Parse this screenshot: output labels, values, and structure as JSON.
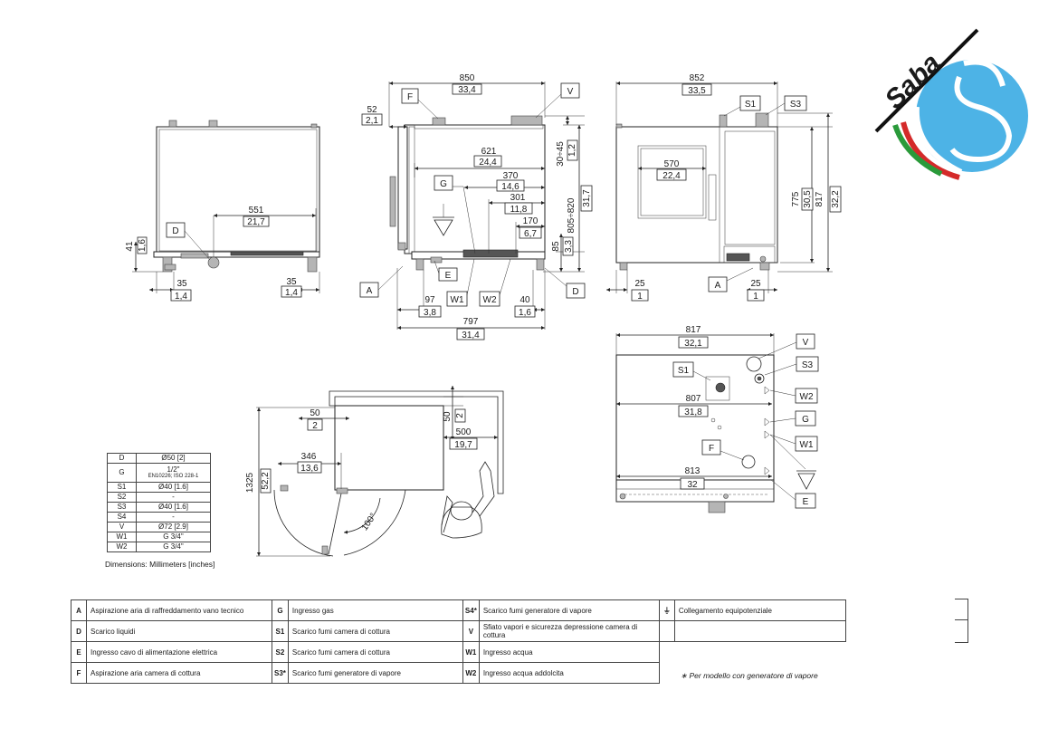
{
  "logo": {
    "text": "Saba",
    "colors": {
      "blue": "#4db3e6",
      "green": "#2a9a3a",
      "red": "#d42a2a",
      "black": "#111111"
    }
  },
  "front_view": {
    "dims": {
      "w551": "551",
      "w551_in": "21,7",
      "h41": "41",
      "h41_in": "1,6",
      "d35a": "35",
      "d35a_in": "1,4",
      "d35b": "35",
      "d35b_in": "1,4"
    },
    "callouts": {
      "D": "D"
    }
  },
  "side_view": {
    "dims": {
      "w850": "850",
      "w850_in": "33,4",
      "d52": "52",
      "d52_in": "2,1",
      "d621": "621",
      "d621_in": "24,4",
      "d370": "370",
      "d370_in": "14,6",
      "d301": "301",
      "d301_in": "11,8",
      "d170": "170",
      "d170_in": "6,7",
      "h30_45": "30÷45",
      "h30_45_in": "1,2",
      "h805_820": "805÷820",
      "h805_820_in": "31,7",
      "h85": "85",
      "h85_in": "3,3",
      "d97": "97",
      "d97_in": "3,8",
      "d40": "40",
      "d40_in": "1,6",
      "d797": "797",
      "d797_in": "31,4"
    },
    "callouts": {
      "F": "F",
      "V": "V",
      "G": "G",
      "A": "A",
      "E": "E",
      "W1": "W1",
      "W2": "W2",
      "D": "D"
    }
  },
  "rear_view": {
    "dims": {
      "w852": "852",
      "w852_in": "33,5",
      "w570": "570",
      "w570_in": "22,4",
      "h775": "775",
      "h775_in": "30,5",
      "h817": "817",
      "h817_in": "32,2",
      "d25a": "25",
      "d25a_in": "1",
      "d25b": "25",
      "d25b_in": "1"
    },
    "callouts": {
      "S1": "S1",
      "S3": "S3",
      "A": "A"
    }
  },
  "top_view": {
    "dims": {
      "w817": "817",
      "w817_in": "32,1",
      "w807": "807",
      "w807_in": "31,8",
      "w813": "813",
      "w813_in": "32"
    },
    "callouts": {
      "V": "V",
      "S3": "S3",
      "S1": "S1",
      "W2": "W2",
      "G": "G",
      "W1": "W1",
      "F": "F",
      "E": "E"
    }
  },
  "door_plan": {
    "dims": {
      "d50a": "50",
      "d50a_in": "2",
      "d50b": "50",
      "d50b_in": "2",
      "d500": "500",
      "d500_in": "19,7",
      "d346": "346",
      "d346_in": "13,6",
      "h1325": "1325",
      "h1325_in": "52,2",
      "angle": "100°"
    }
  },
  "specs": [
    {
      "code": "D",
      "value": "Ø50 [2]"
    },
    {
      "code": "G",
      "value": "1/2\"",
      "note": "EN10226; ISO 228-1"
    },
    {
      "code": "S1",
      "value": "Ø40 [1.6]"
    },
    {
      "code": "S2",
      "value": "-"
    },
    {
      "code": "S3",
      "value": "Ø40 [1.6]"
    },
    {
      "code": "S4",
      "value": "-"
    },
    {
      "code": "V",
      "value": "Ø72 [2.9]"
    },
    {
      "code": "W1",
      "value": "G 3/4\""
    },
    {
      "code": "W2",
      "value": "G 3/4\""
    }
  ],
  "dimensions_note": "Dimensions: Millimeters [inches]",
  "legend": [
    [
      {
        "code": "A",
        "text": "Aspirazione aria di raffreddamento vano tecnico"
      },
      {
        "code": "G",
        "text": "Ingresso gas"
      },
      {
        "code": "S4*",
        "text": "Scarico fumi generatore di vapore"
      },
      {
        "code": "⏚",
        "text": "Collegamento equipotenziale"
      }
    ],
    [
      {
        "code": "D",
        "text": "Scarico liquidi"
      },
      {
        "code": "S1",
        "text": "Scarico fumi camera di cottura"
      },
      {
        "code": "V",
        "text": "Sfiato vapori e sicurezza depressione camera di cottura"
      },
      {
        "code": "",
        "text": ""
      }
    ],
    [
      {
        "code": "E",
        "text": "Ingresso cavo di alimentazione elettrica"
      },
      {
        "code": "S2",
        "text": "Scarico fumi camera di cottura"
      },
      {
        "code": "W1",
        "text": "Ingresso acqua"
      }
    ],
    [
      {
        "code": "F",
        "text": "Aspirazione aria camera di cottura"
      },
      {
        "code": "S3*",
        "text": "Scarico fumi generatore di vapore"
      },
      {
        "code": "W2",
        "text": "Ingresso acqua addolcita"
      }
    ]
  ],
  "footnote": "∗ Per modello con generatore di vapore"
}
